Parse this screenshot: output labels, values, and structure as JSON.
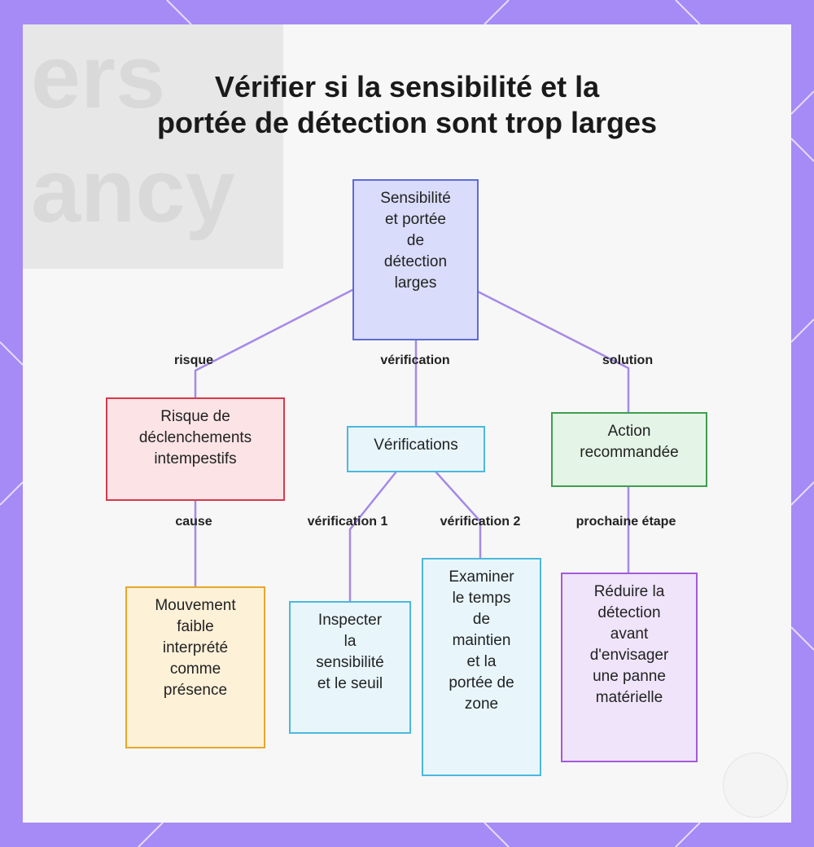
{
  "title": {
    "line1": "Vérifier si la sensibilité et la",
    "line2": "portée de détection sont trop larges"
  },
  "background_text": {
    "line1": "ers",
    "line2": "ancy"
  },
  "colors": {
    "frame": "#a68af5",
    "edge": "#a48ae6",
    "root": "#5e6bd6",
    "risk": "#d63a4a",
    "check": "#4cb8dc",
    "action": "#3e9e4e",
    "cause": "#e8a62a",
    "reduce": "#a45ad6"
  },
  "nodes": {
    "root": {
      "lines": [
        "Sensibilité",
        "et portée",
        "de",
        "détection",
        "larges"
      ]
    },
    "risk": {
      "lines": [
        "Risque de",
        "déclenchements",
        "intempestifs"
      ]
    },
    "checks": {
      "lines": [
        "Vérifications"
      ]
    },
    "action": {
      "lines": [
        "Action",
        "recommandée"
      ]
    },
    "cause": {
      "lines": [
        "Mouvement",
        "faible",
        "interprété",
        "comme",
        "présence"
      ]
    },
    "inspect": {
      "lines": [
        "Inspecter",
        "la",
        "sensibilité",
        "et le seuil"
      ]
    },
    "examine": {
      "lines": [
        "Examiner",
        "le temps",
        "de",
        "maintien",
        "et la",
        "portée de",
        "zone"
      ]
    },
    "reduce": {
      "lines": [
        "Réduire la",
        "détection",
        "avant",
        "d'envisager",
        "une panne",
        "matérielle"
      ]
    }
  },
  "edges": {
    "risque": "risque",
    "verification": "vérification",
    "solution": "solution",
    "cause": "cause",
    "verification1": "vérification 1",
    "verification2": "vérification 2",
    "prochaine": "prochaine étape"
  }
}
